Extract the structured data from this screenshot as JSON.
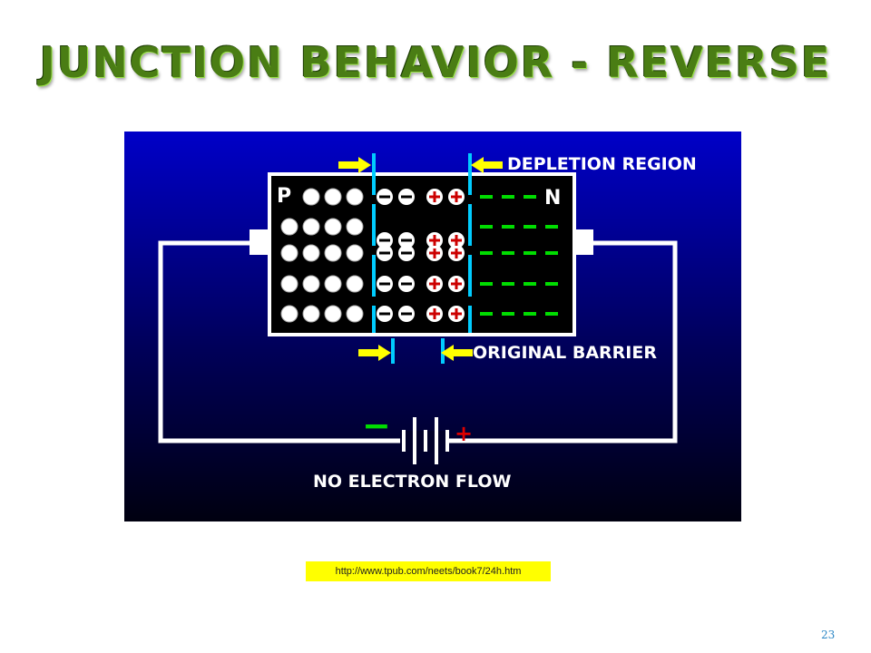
{
  "slide": {
    "title": "JUNCTION BEHAVIOR - REVERSE",
    "source_url": "http://www.tpub.com/neets/book7/24h.htm",
    "page_number": "23"
  },
  "diagram": {
    "labels": {
      "depletion_region": "DEPLETION REGION",
      "original_barrier": "ORIGINAL BARRIER",
      "p_label": "P",
      "n_label": "N",
      "no_electron_flow": "NO ELECTRON FLOW",
      "battery_negative": "−",
      "battery_positive": "+"
    },
    "colors": {
      "background_top": "#0000c8",
      "background_bottom": "#000010",
      "arrow": "#ffff00",
      "barrier_line": "#00ccff",
      "electron_dash": "#00dd00",
      "positive_charge": "#cc0000",
      "label": "#ffffff"
    }
  }
}
